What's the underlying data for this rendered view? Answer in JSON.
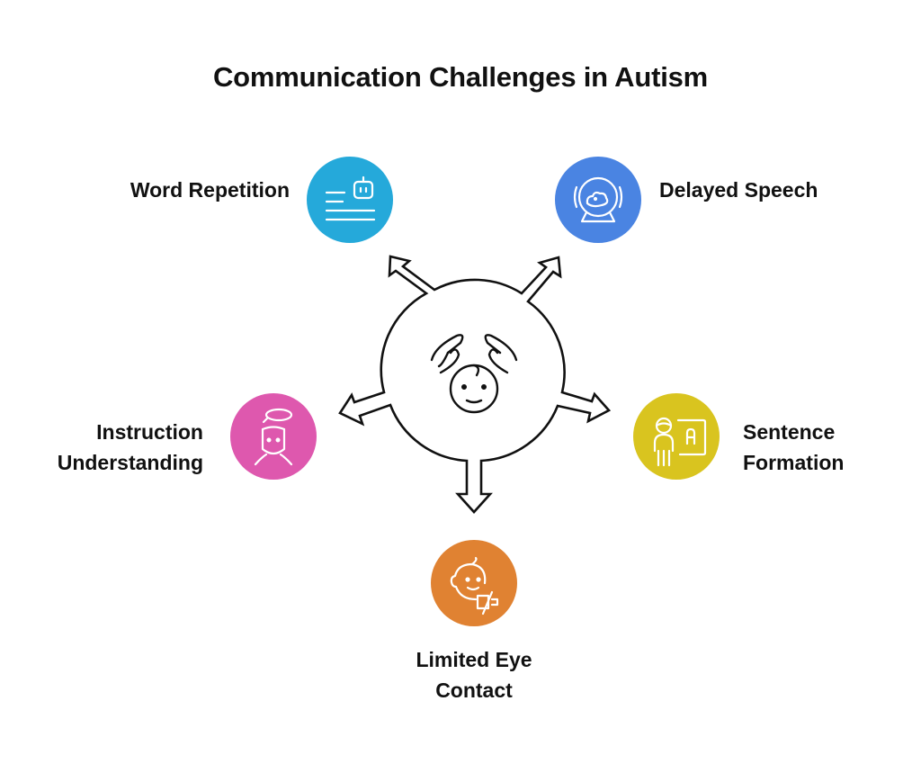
{
  "title": "Communication Challenges in Autism",
  "center": {
    "icon": "baby-with-hands-icon"
  },
  "nodes": [
    {
      "id": "word-repetition",
      "label": "Word Repetition",
      "lines": [
        "Word Repetition"
      ],
      "color": "#25A9DA",
      "icon": "chatbot-text-icon"
    },
    {
      "id": "delayed-speech",
      "label": "Delayed Speech",
      "lines": [
        "Delayed Speech"
      ],
      "color": "#4A84E2",
      "icon": "hamster-ball-icon"
    },
    {
      "id": "instruction-understanding",
      "label": "Instruction Understanding",
      "lines": [
        "Instruction",
        "Understanding"
      ],
      "color": "#DE58AE",
      "icon": "person-thinking-icon"
    },
    {
      "id": "sentence-formation",
      "label": "Sentence Formation",
      "lines": [
        "Sentence",
        "Formation"
      ],
      "color": "#D9C41F",
      "icon": "teacher-board-icon"
    },
    {
      "id": "limited-eye-contact",
      "label": "Limited Eye Contact",
      "lines": [
        "Limited Eye",
        "Contact"
      ],
      "color": "#E08232",
      "icon": "baby-face-mute-icon"
    }
  ]
}
